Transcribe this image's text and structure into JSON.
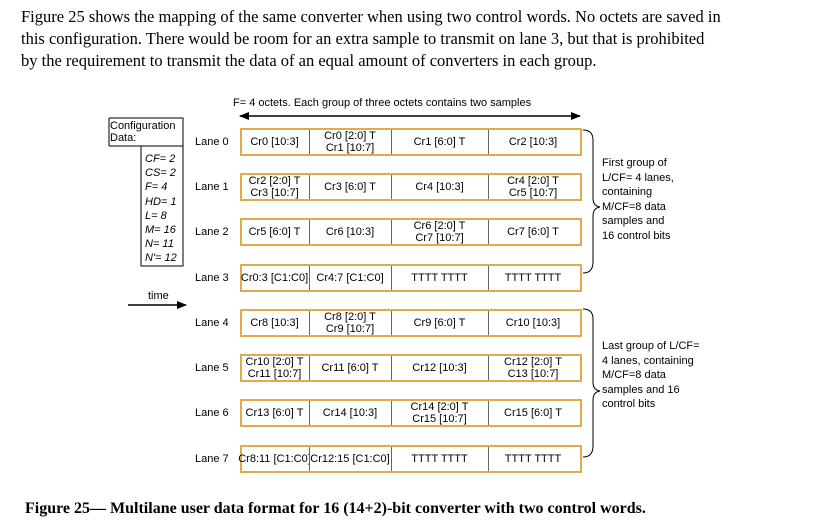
{
  "paragraph": [
    "Figure 25 shows the mapping of the same converter when using two control words. No octets are saved in",
    "this configuration. There would be room for an extra sample to transmit on lane 3, but that is prohibited",
    "by the requirement to transmit the data of an equal amount of converters in each group."
  ],
  "diagram": {
    "top_label": "F= 4 octets. Each group of three octets contains two samples",
    "config_title": [
      "Configuration",
      "Data:"
    ],
    "config_params": [
      "CF= 2",
      "CS= 2",
      "F= 4",
      "HD= 1",
      "L= 8",
      "M= 16",
      "N= 11",
      "N'= 12"
    ],
    "time_label": "time",
    "lanes": [
      {
        "label": "Lane 0",
        "cells": [
          [
            "Cr0 [10:3]"
          ],
          [
            "Cr0 [2:0] T",
            "Cr1 [10:7]"
          ],
          [
            "Cr1 [6:0] T"
          ],
          [
            "Cr2 [10:3]"
          ]
        ]
      },
      {
        "label": "Lane 1",
        "cells": [
          [
            "Cr2 [2:0] T",
            "Cr3 [10:7]"
          ],
          [
            "Cr3 [6:0] T"
          ],
          [
            "Cr4 [10:3]"
          ],
          [
            "Cr4 [2:0] T",
            "Cr5 [10:7]"
          ]
        ]
      },
      {
        "label": "Lane 2",
        "cells": [
          [
            "Cr5 [6:0] T"
          ],
          [
            "Cr6 [10:3]"
          ],
          [
            "Cr6 [2:0] T",
            "Cr7 [10:7]"
          ],
          [
            "Cr7 [6:0] T"
          ]
        ]
      },
      {
        "label": "Lane 3",
        "cells": [
          [
            "Cr0:3 [C1:C0]"
          ],
          [
            "Cr4:7 [C1:C0]"
          ],
          [
            "TTTT TTTT"
          ],
          [
            "TTTT TTTT"
          ]
        ]
      },
      {
        "label": "Lane 4",
        "cells": [
          [
            "Cr8 [10:3]"
          ],
          [
            "Cr8 [2:0] T",
            "Cr9 [10:7]"
          ],
          [
            "Cr9 [6:0] T"
          ],
          [
            "Cr10 [10:3]"
          ]
        ]
      },
      {
        "label": "Lane 5",
        "cells": [
          [
            "Cr10 [2:0] T",
            "Cr11 [10:7]"
          ],
          [
            "Cr11 [6:0] T"
          ],
          [
            "Cr12 [10:3]"
          ],
          [
            "Cr12 [2:0] T",
            "C13 [10:7]"
          ]
        ]
      },
      {
        "label": "Lane 6",
        "cells": [
          [
            "Cr13 [6:0] T"
          ],
          [
            "Cr14 [10:3]"
          ],
          [
            "Cr14 [2:0] T",
            "Cr15 [10:7]"
          ],
          [
            "Cr15 [6:0] T"
          ]
        ]
      },
      {
        "label": "Lane 7",
        "cells": [
          [
            "Cr8:11 [C1:C0]"
          ],
          [
            "Cr12:15 [C1:C0]"
          ],
          [
            "TTTT TTTT"
          ],
          [
            "TTTT TTTT"
          ]
        ]
      }
    ],
    "first_group_note": [
      "First group of",
      "L/CF= 4 lanes,",
      "containing",
      "M/CF=8 data",
      "samples and",
      "16 control bits"
    ],
    "last_group_note": [
      "Last  group of L/CF=",
      "4 lanes, containing",
      "M/CF=8 data",
      "samples and 16",
      "control bits"
    ]
  },
  "caption": "Figure 25— Multilane user data format for 16 (14+2)-bit converter with two control words.",
  "colors": {
    "lane_border": "#E0AB4C",
    "separator": "#666666"
  }
}
